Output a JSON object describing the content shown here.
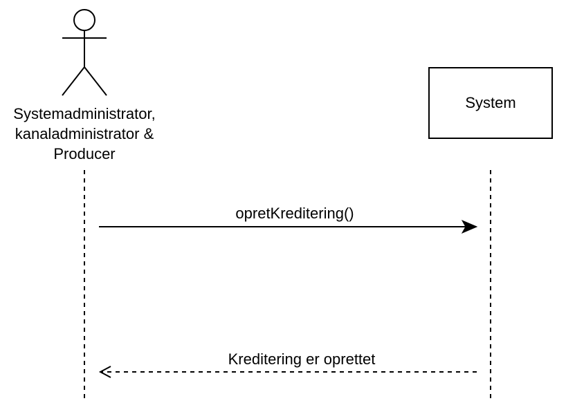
{
  "actor": {
    "label_lines": [
      "Systemadministrator,",
      "kanaladministrator &",
      "Producer"
    ]
  },
  "participant": {
    "label": "System"
  },
  "messages": [
    {
      "label": "opretKreditering()",
      "style": "solid"
    },
    {
      "label": "Kreditering er oprettet",
      "style": "dashed"
    }
  ]
}
